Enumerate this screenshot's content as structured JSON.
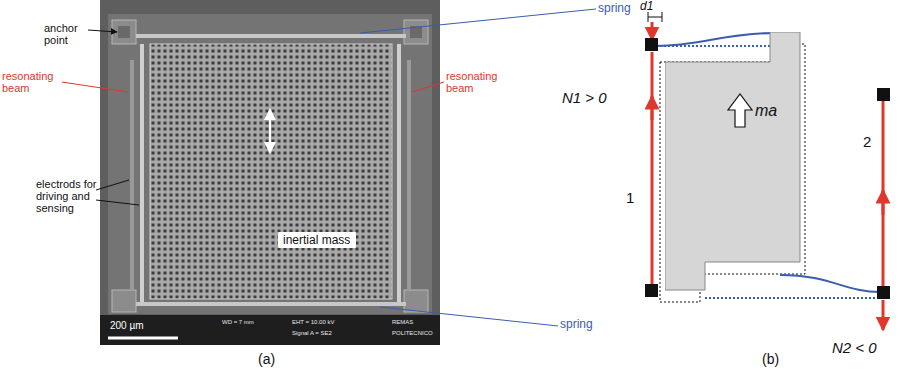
{
  "diagram": {
    "nodes": [
      {
        "text": [
          "inertial mass"
        ]
      },
      {
        "text": [
          "ma"
        ]
      }
    ],
    "labels": [
      "anchor point",
      "spring",
      "resonating beam",
      "electrods for driving and sensing",
      "resonating beam",
      "spring",
      "200 µm",
      "WD = 7 mm",
      "EHT = 10.00 kV",
      "Signal A = SE2",
      "REMAS",
      "POLITECNICO",
      "(a)",
      "d1",
      "N1 > 0",
      "1",
      "2",
      "N2 < 0",
      "(b)"
    ]
  }
}
